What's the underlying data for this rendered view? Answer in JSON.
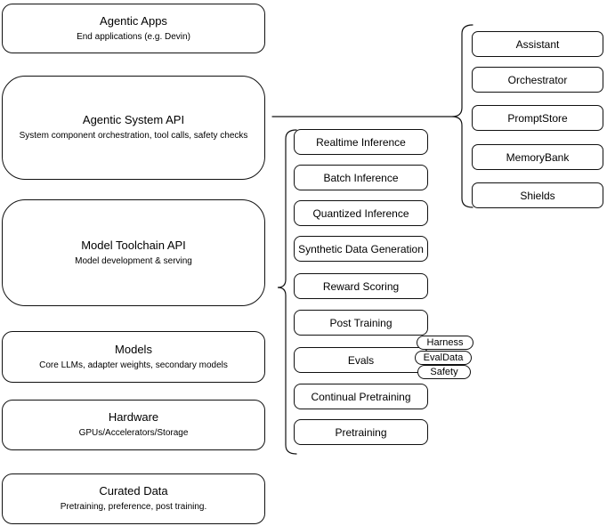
{
  "diagram": {
    "left_column": [
      {
        "title": "Agentic Apps",
        "subtitle": "End applications (e.g. Devin)"
      },
      {
        "title": "Agentic System API",
        "subtitle": "System component orchestration, tool calls, safety checks"
      },
      {
        "title": "Model Toolchain API",
        "subtitle": "Model development & serving"
      },
      {
        "title": "Models",
        "subtitle": "Core LLMs, adapter weights, secondary models"
      },
      {
        "title": "Hardware",
        "subtitle": "GPUs/Accelerators/Storage"
      },
      {
        "title": "Curated Data",
        "subtitle": "Pretraining, preference, post training."
      }
    ],
    "toolchain_items": [
      "Realtime Inference",
      "Batch Inference",
      "Quantized Inference",
      "Synthetic Data Generation",
      "Reward Scoring",
      "Post Training",
      "Evals",
      "Continual Pretraining",
      "Pretraining"
    ],
    "eval_tags": [
      "Harness",
      "EvalData",
      "Safety"
    ],
    "system_components": [
      "Assistant",
      "Orchestrator",
      "PromptStore",
      "MemoryBank",
      "Shields"
    ],
    "colors": {
      "stroke": "#101010",
      "fill": "#ffffff",
      "text": "#000000",
      "background": "#ffffff"
    }
  }
}
